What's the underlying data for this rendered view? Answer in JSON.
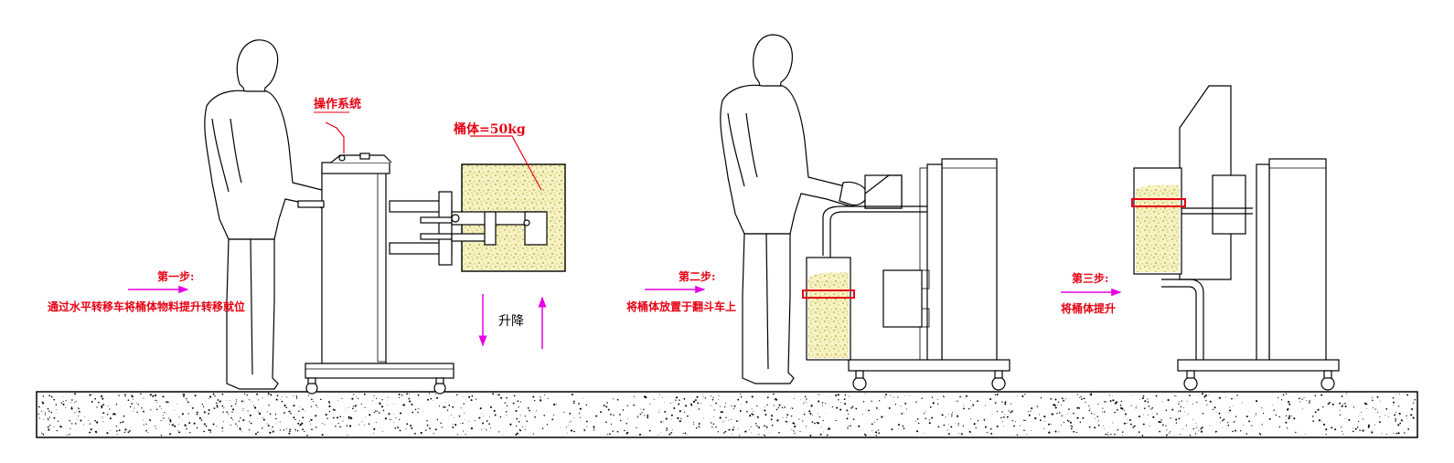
{
  "labels": {
    "operation_system": "操作系统",
    "barrel_weight": "桶体=50kg",
    "lift": "升降",
    "step1_title": "第一步:",
    "step1_desc": "通过水平转移车将桶体物料提升转移就位",
    "step2_title": "第二步:",
    "step2_desc": "将桶体放置于翻斗车上",
    "step3_title": "第三步:",
    "step3_desc": "将桶体提升"
  },
  "colors": {
    "annotation": "#e60012",
    "arrow": "#e600e6",
    "material_fill": "#f5f0b0",
    "material_dots": "#b8a830",
    "floor_dots": "#000000"
  }
}
